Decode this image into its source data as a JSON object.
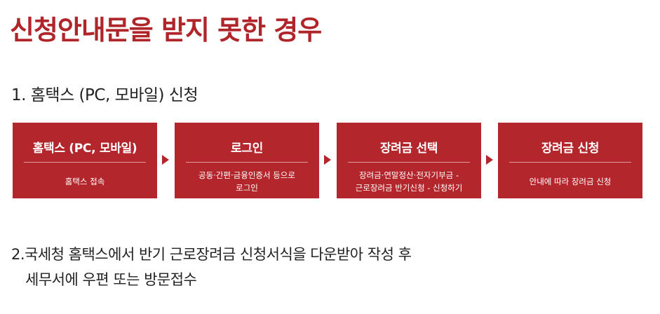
{
  "title": "신청안내문을 받지 못한 경우",
  "section1": {
    "heading": "1. 홈택스 (PC, 모바일) 신청"
  },
  "steps": [
    {
      "title": "홈택스 (PC, 모바일)",
      "desc_lines": [
        "홈택스 접속"
      ]
    },
    {
      "title": "로그인",
      "desc_lines": [
        "공동·간편·금융인증서 등으로",
        "로그인"
      ]
    },
    {
      "title": "장려금 선택",
      "desc_lines": [
        "장려금·연말정산·전자기부금 -",
        "근로장려금 반기신청 - 신청하기"
      ]
    },
    {
      "title": "장려금 신청",
      "desc_lines": [
        "안내에 따라 장려금 신청"
      ]
    }
  ],
  "section2": {
    "line1": "2.국세청 홈택스에서 반기 근로장려금 신청서식을 다운받아 작성 후",
    "line2": "세무서에 우편 또는 방문접수"
  },
  "colors": {
    "accent": "#b3262c",
    "title": "#b0252a"
  }
}
